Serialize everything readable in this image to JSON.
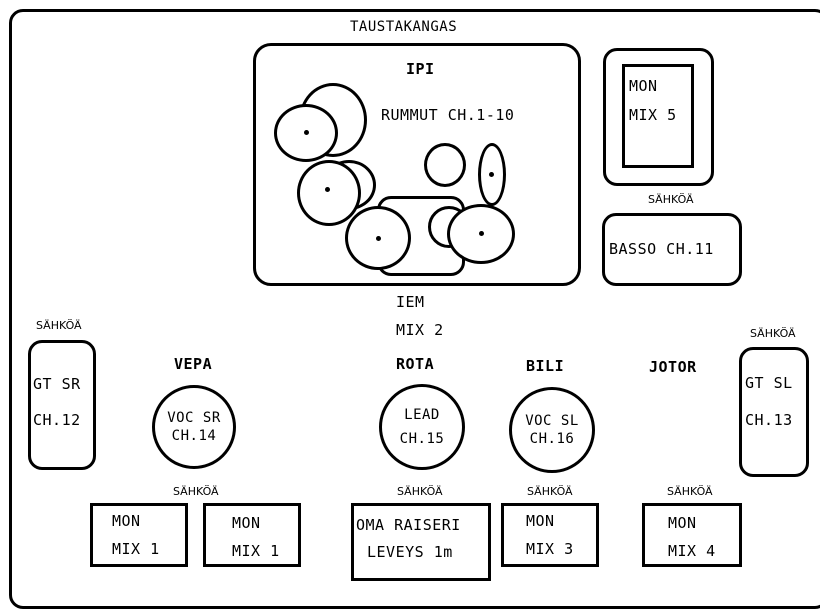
{
  "backdrop_label": "TAUSTAKANGAS",
  "drums": {
    "title": "IPI",
    "label": "RUMMUT CH.1-10"
  },
  "iem": {
    "line1": "IEM",
    "line2": "MIX 2"
  },
  "mon_mix5": {
    "line1": "MON",
    "line2": "MIX 5"
  },
  "power_label": "SÄHKÖÄ",
  "bass": {
    "label": "BASSO CH.11"
  },
  "gt_sr": {
    "line1": "GT SR",
    "line2": "CH.12"
  },
  "gt_sl": {
    "line1": "GT SL",
    "line2": "CH.13"
  },
  "performers": {
    "vepa": "VEPA",
    "rota": "ROTA",
    "bili": "BILI",
    "jotor": "JOTOR"
  },
  "vocals": {
    "voc_sr": {
      "line1": "VOC SR",
      "line2": "CH.14"
    },
    "lead": {
      "line1": "LEAD",
      "line2": "CH.15"
    },
    "voc_sl": {
      "line1": "VOC SL",
      "line2": "CH.16"
    }
  },
  "monitors": {
    "mon1a": {
      "line1": "MON",
      "line2": "MIX 1"
    },
    "mon1b": {
      "line1": "MON",
      "line2": "MIX 1"
    },
    "riser": {
      "line1": "OMA RAISERI",
      "line2": "LEVEYS 1m"
    },
    "mon3": {
      "line1": "MON",
      "line2": "MIX 3"
    },
    "mon4": {
      "line1": "MON",
      "line2": "MIX 4"
    }
  }
}
